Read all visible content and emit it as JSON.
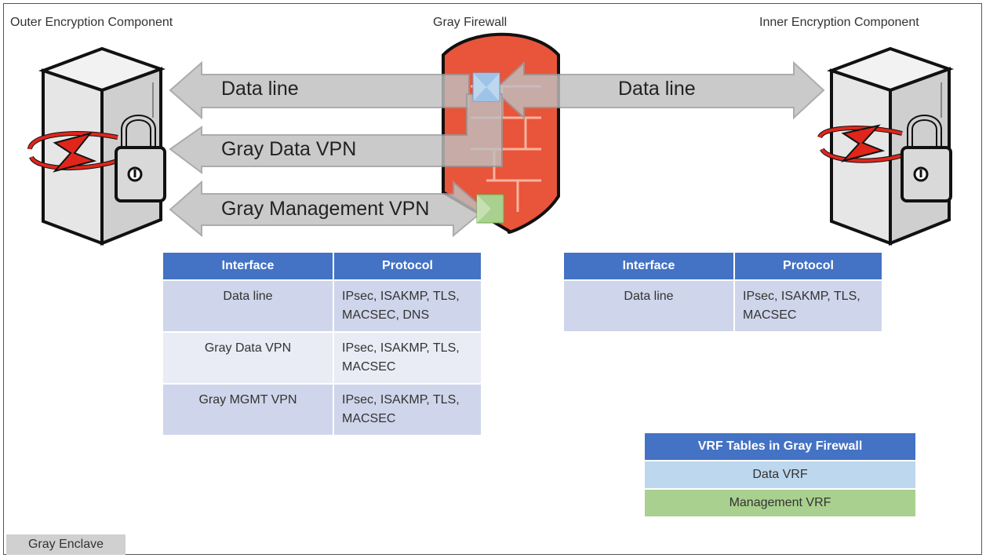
{
  "labels": {
    "outer_component": "Outer Encryption Component",
    "firewall": "Gray Firewall",
    "inner_component": "Inner Encryption Component",
    "enclave": "Gray Enclave"
  },
  "arrows": {
    "data_line_left": "Data line",
    "data_line_right": "Data line",
    "gray_data_vpn": "Gray Data VPN",
    "gray_mgmt_vpn": "Gray Management VPN"
  },
  "left_table": {
    "headers": [
      "Interface",
      "Protocol"
    ],
    "rows": [
      [
        "Data line",
        "IPsec, ISAKMP, TLS,",
        "MACSEC, DNS"
      ],
      [
        "Gray Data VPN",
        "IPsec, ISAKMP, TLS,",
        "MACSEC"
      ],
      [
        "Gray MGMT VPN",
        "IPsec, ISAKMP, TLS,",
        "MACSEC"
      ]
    ]
  },
  "right_table": {
    "headers": [
      "Interface",
      "Protocol"
    ],
    "rows": [
      [
        "Data line",
        "IPsec, ISAKMP, TLS,",
        "MACSEC"
      ]
    ]
  },
  "vrf_table": {
    "title": "VRF Tables in Gray Firewall",
    "rows": [
      "Data VRF",
      "Management VRF"
    ]
  },
  "colors": {
    "header_blue": "#4472c4",
    "row_blue_dark": "#cfd5ea",
    "row_blue_light": "#e9ebf5",
    "data_vrf": "#bdd7ee",
    "mgmt_vrf": "#a9d08e",
    "firewall": "#e8553a",
    "lock_arrow": "#e0261b"
  },
  "icons": [
    "server-icon",
    "padlock-icon",
    "firewall-icon",
    "data-vrf-marker-icon",
    "management-vrf-marker-icon"
  ]
}
